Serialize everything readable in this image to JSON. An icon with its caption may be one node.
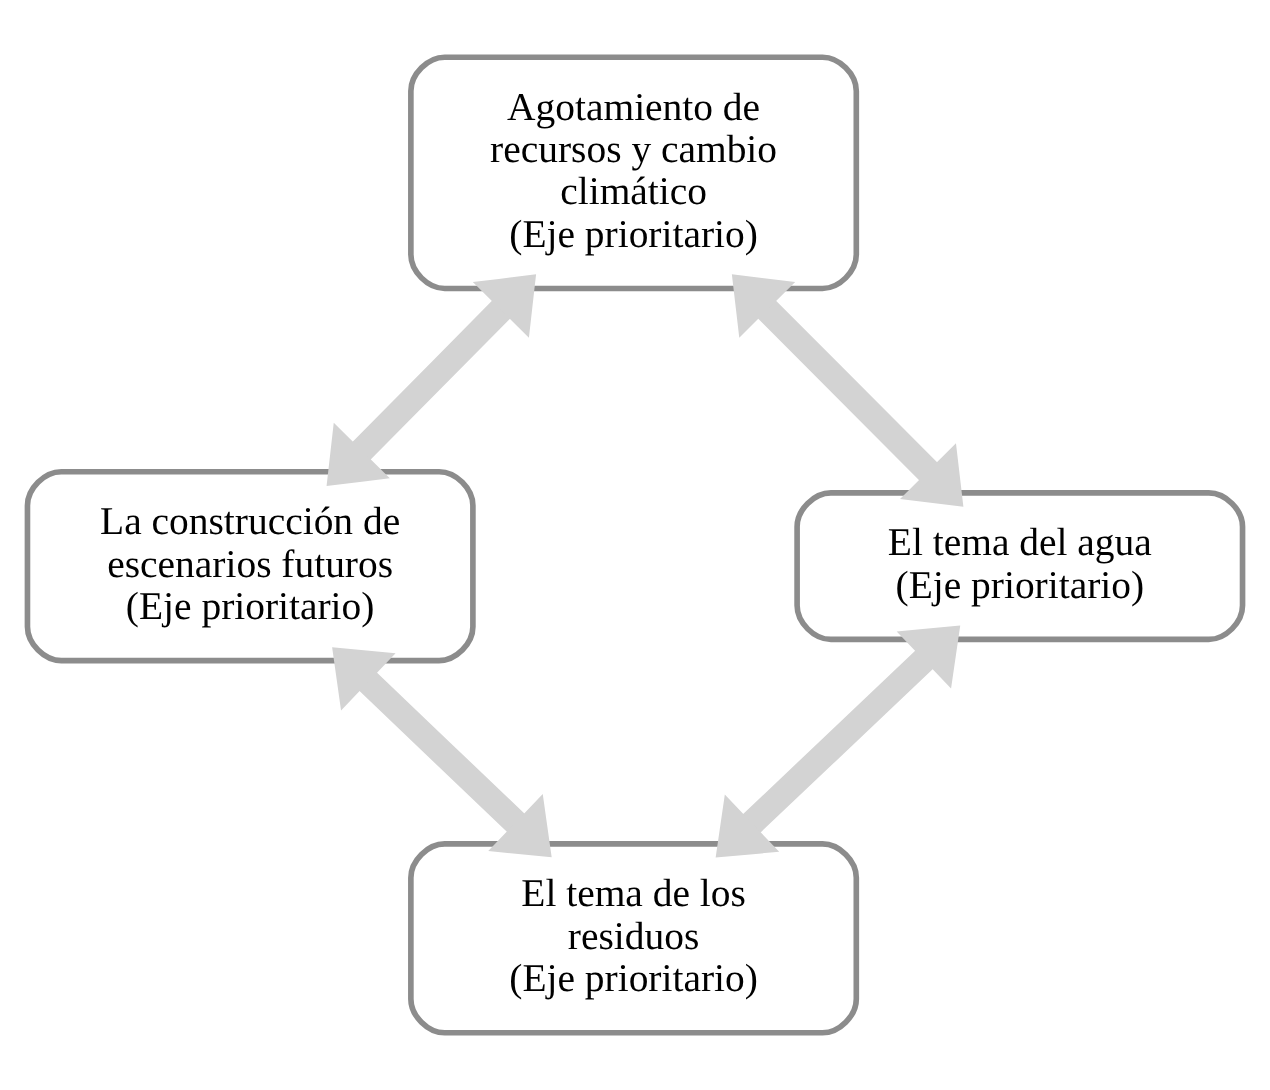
{
  "diagram": {
    "nodes": [
      {
        "text": [
          "Agotamiento de recursos y cambio climático",
          "(Eje prioritario)"
        ]
      },
      {
        "text": [
          "La construcción de escenarios futuros",
          "(Eje prioritario)"
        ]
      },
      {
        "text": [
          "El tema del agua",
          "(Eje prioritario)"
        ]
      },
      {
        "text": [
          "El tema de los residuos",
          "(Eje prioritario)"
        ]
      }
    ],
    "edges": [
      {
        "from": 0,
        "to": 1,
        "arrow": "both"
      },
      {
        "from": 0,
        "to": 2,
        "arrow": "both"
      },
      {
        "from": 1,
        "to": 3,
        "arrow": "both"
      },
      {
        "from": 2,
        "to": 3,
        "arrow": "both"
      }
    ]
  }
}
